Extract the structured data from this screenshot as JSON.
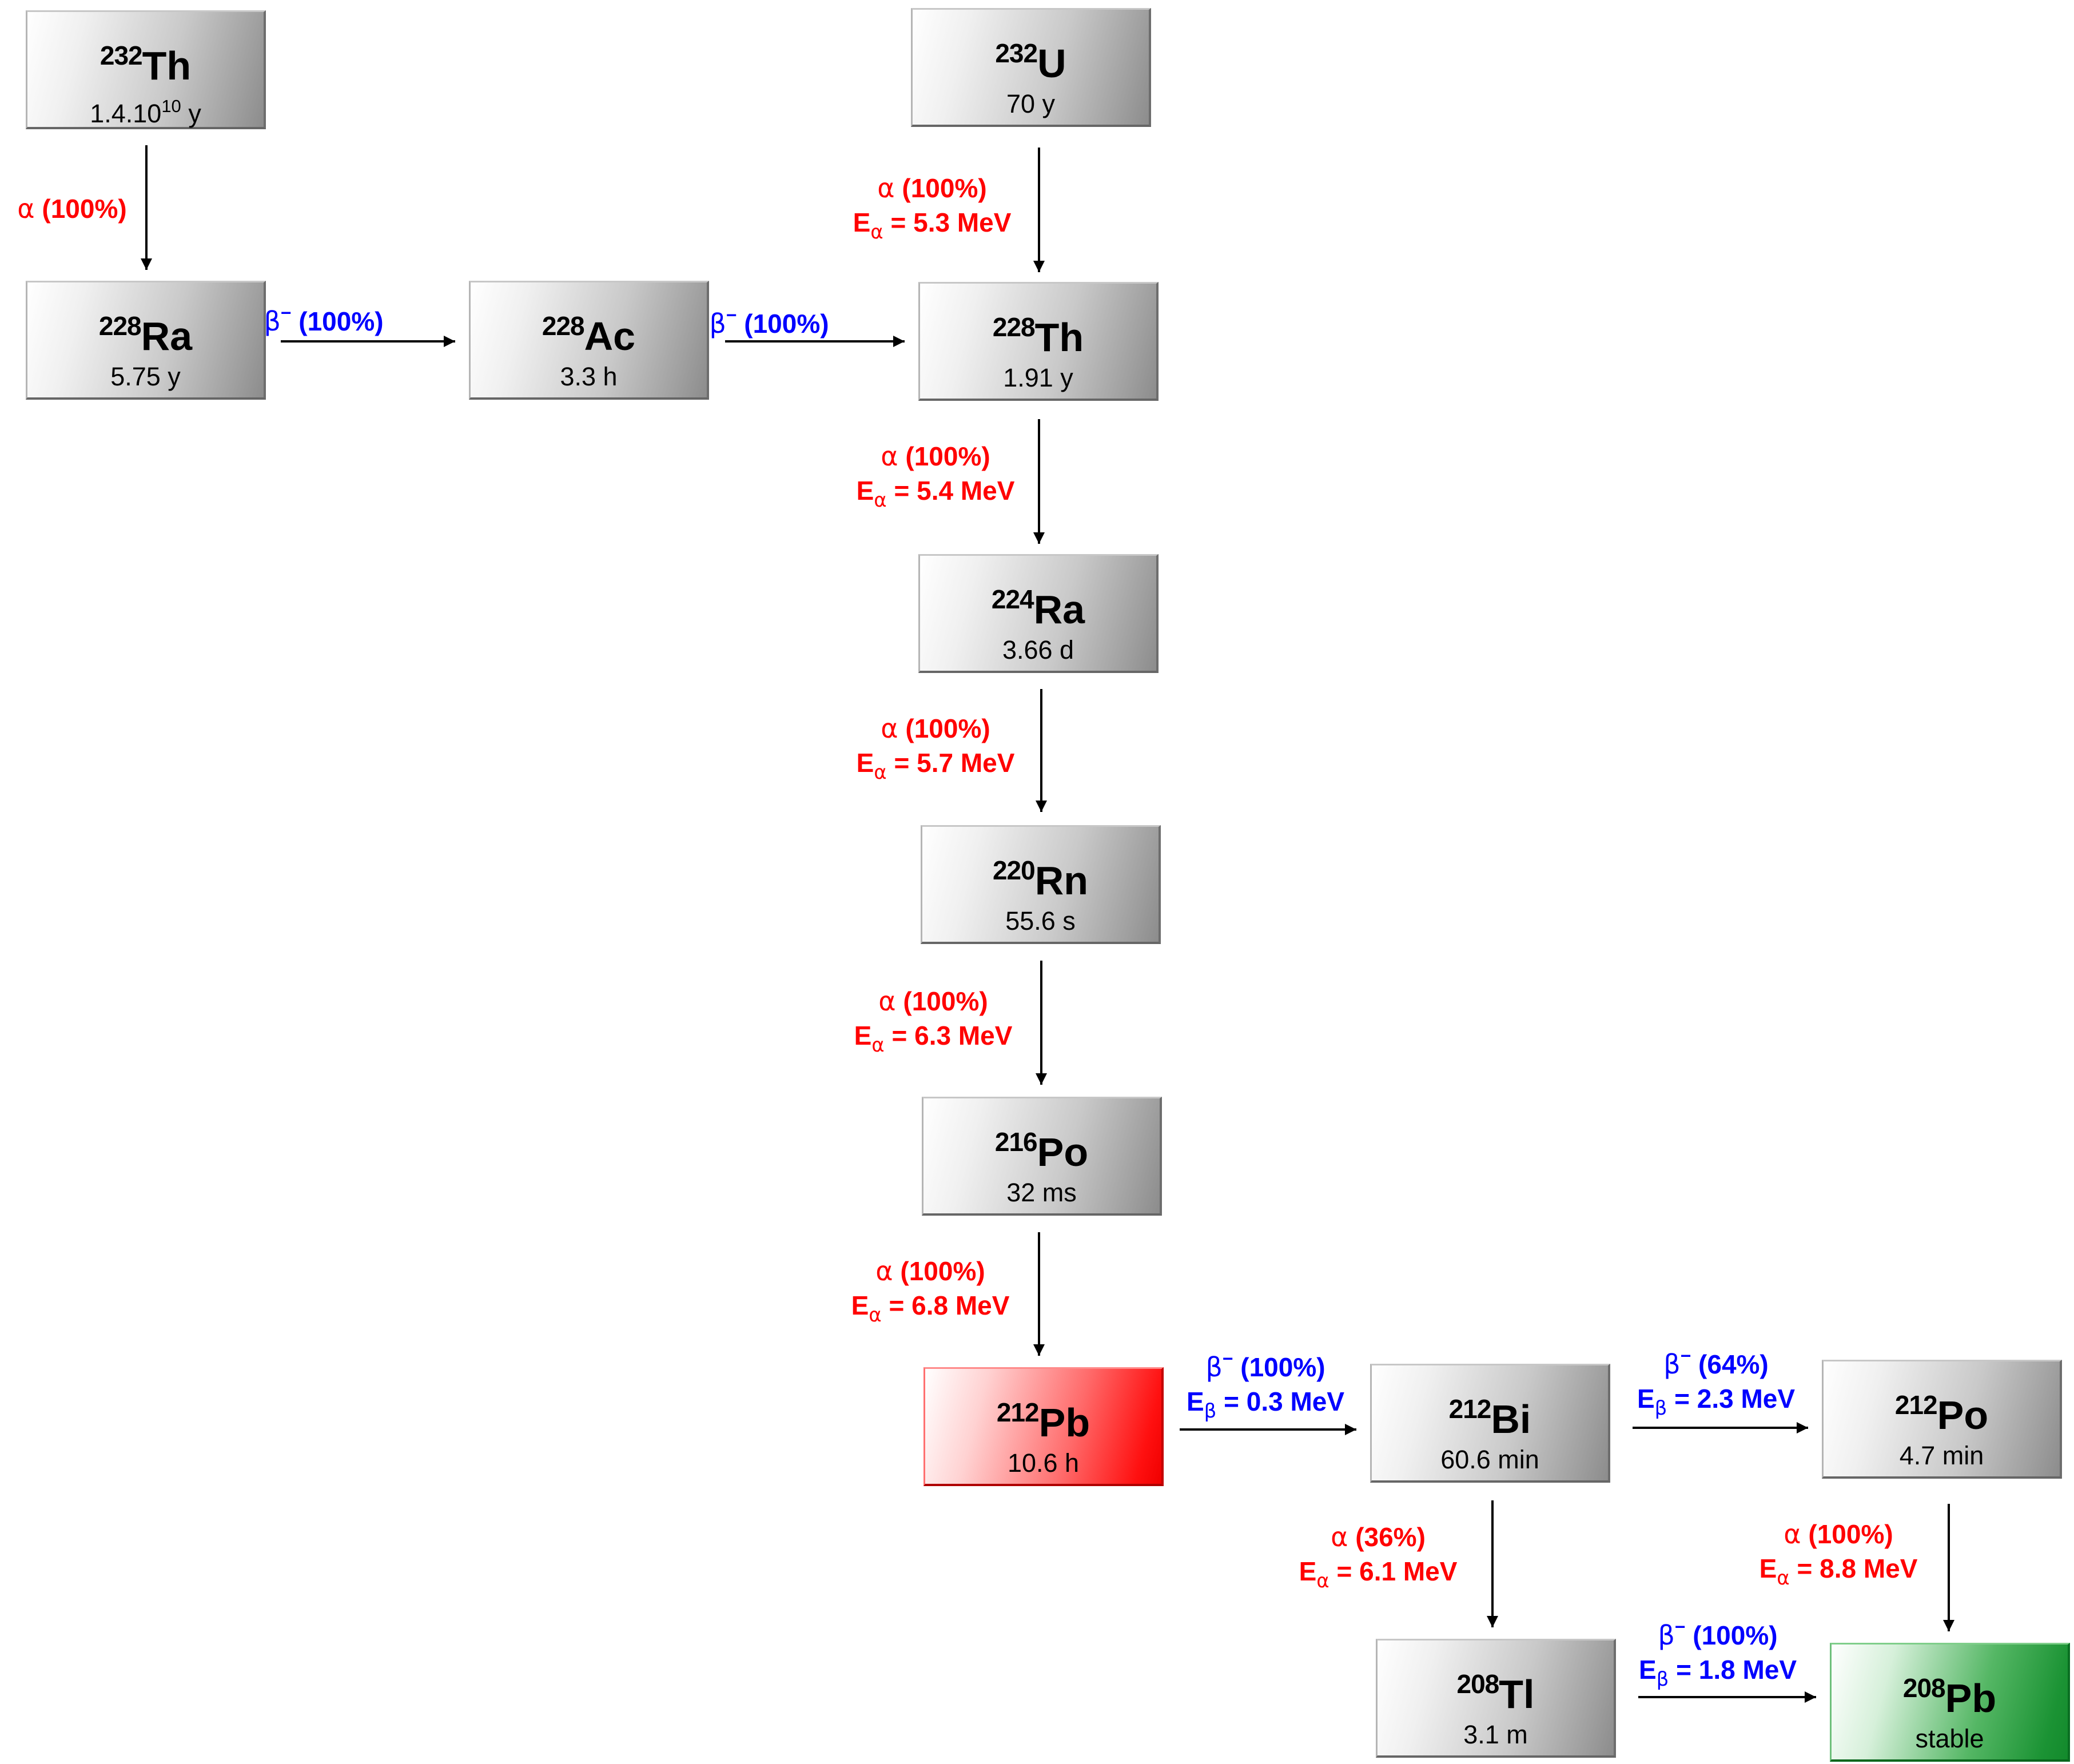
{
  "nuclides": {
    "th232": {
      "mass": "232",
      "symbol": "Th",
      "halflife": "1.4.10",
      "halflife_exp": "10",
      "halflife_unit": "y"
    },
    "u232": {
      "mass": "232",
      "symbol": "U",
      "halflife": "70 y"
    },
    "ra228": {
      "mass": "228",
      "symbol": "Ra",
      "halflife": "5.75 y"
    },
    "ac228": {
      "mass": "228",
      "symbol": "Ac",
      "halflife": "3.3 h"
    },
    "th228": {
      "mass": "228",
      "symbol": "Th",
      "halflife": "1.91 y"
    },
    "ra224": {
      "mass": "224",
      "symbol": "Ra",
      "halflife": "3.66 d"
    },
    "rn220": {
      "mass": "220",
      "symbol": "Rn",
      "halflife": "55.6 s"
    },
    "po216": {
      "mass": "216",
      "symbol": "Po",
      "halflife": "32 ms"
    },
    "pb212": {
      "mass": "212",
      "symbol": "Pb",
      "halflife": "10.6 h",
      "highlight": "#ff0000"
    },
    "bi212": {
      "mass": "212",
      "symbol": "Bi",
      "halflife": "60.6 min"
    },
    "po212": {
      "mass": "212",
      "symbol": "Po",
      "halflife": "4.7 min"
    },
    "tl208": {
      "mass": "208",
      "symbol": "Tl",
      "halflife": "3.1 m"
    },
    "pb208": {
      "mass": "208",
      "symbol": "Pb",
      "halflife": "stable",
      "highlight": "#1a9a36"
    }
  },
  "decays": {
    "th232_ra228": {
      "mode": "α",
      "branch": "(100%)"
    },
    "u232_th228": {
      "mode": "α",
      "branch": "(100%)",
      "energy_symbol": "E",
      "energy_sub": "α",
      "energy_value": "= 5.3 MeV"
    },
    "ra228_ac228": {
      "mode": "β",
      "mode_sup": "−",
      "branch": "(100%)"
    },
    "ac228_th228": {
      "mode": "β",
      "mode_sup": "−",
      "branch": "(100%)"
    },
    "th228_ra224": {
      "mode": "α",
      "branch": "(100%)",
      "energy_symbol": "E",
      "energy_sub": "α",
      "energy_value": "= 5.4 MeV"
    },
    "ra224_rn220": {
      "mode": "α",
      "branch": "(100%)",
      "energy_symbol": "E",
      "energy_sub": "α",
      "energy_value": "= 5.7 MeV"
    },
    "rn220_po216": {
      "mode": "α",
      "branch": "(100%)",
      "energy_symbol": "E",
      "energy_sub": "α",
      "energy_value": "= 6.3 MeV"
    },
    "po216_pb212": {
      "mode": "α",
      "branch": "(100%)",
      "energy_symbol": "E",
      "energy_sub": "α",
      "energy_value": "= 6.8 MeV"
    },
    "pb212_bi212": {
      "mode": "β",
      "mode_sup": "−",
      "branch": "(100%)",
      "energy_symbol": "E",
      "energy_sub": "β",
      "energy_value": "= 0.3 MeV"
    },
    "bi212_po212": {
      "mode": "β",
      "mode_sup": "−",
      "branch": "(64%)",
      "energy_symbol": "E",
      "energy_sub": "β",
      "energy_value": "= 2.3 MeV"
    },
    "bi212_tl208": {
      "mode": "α",
      "branch": "(36%)",
      "energy_symbol": "E",
      "energy_sub": "α",
      "energy_value": "= 6.1 MeV"
    },
    "po212_pb208": {
      "mode": "α",
      "branch": "(100%)",
      "energy_symbol": "E",
      "energy_sub": "α",
      "energy_value": "= 8.8 MeV"
    },
    "tl208_pb208": {
      "mode": "β",
      "mode_sup": "−",
      "branch": "(100%)",
      "energy_symbol": "E",
      "energy_sub": "β",
      "energy_value": "= 1.8 MeV"
    }
  },
  "colors": {
    "alpha": "#ff0000",
    "beta": "#0000ff",
    "arrow": "#000000"
  }
}
